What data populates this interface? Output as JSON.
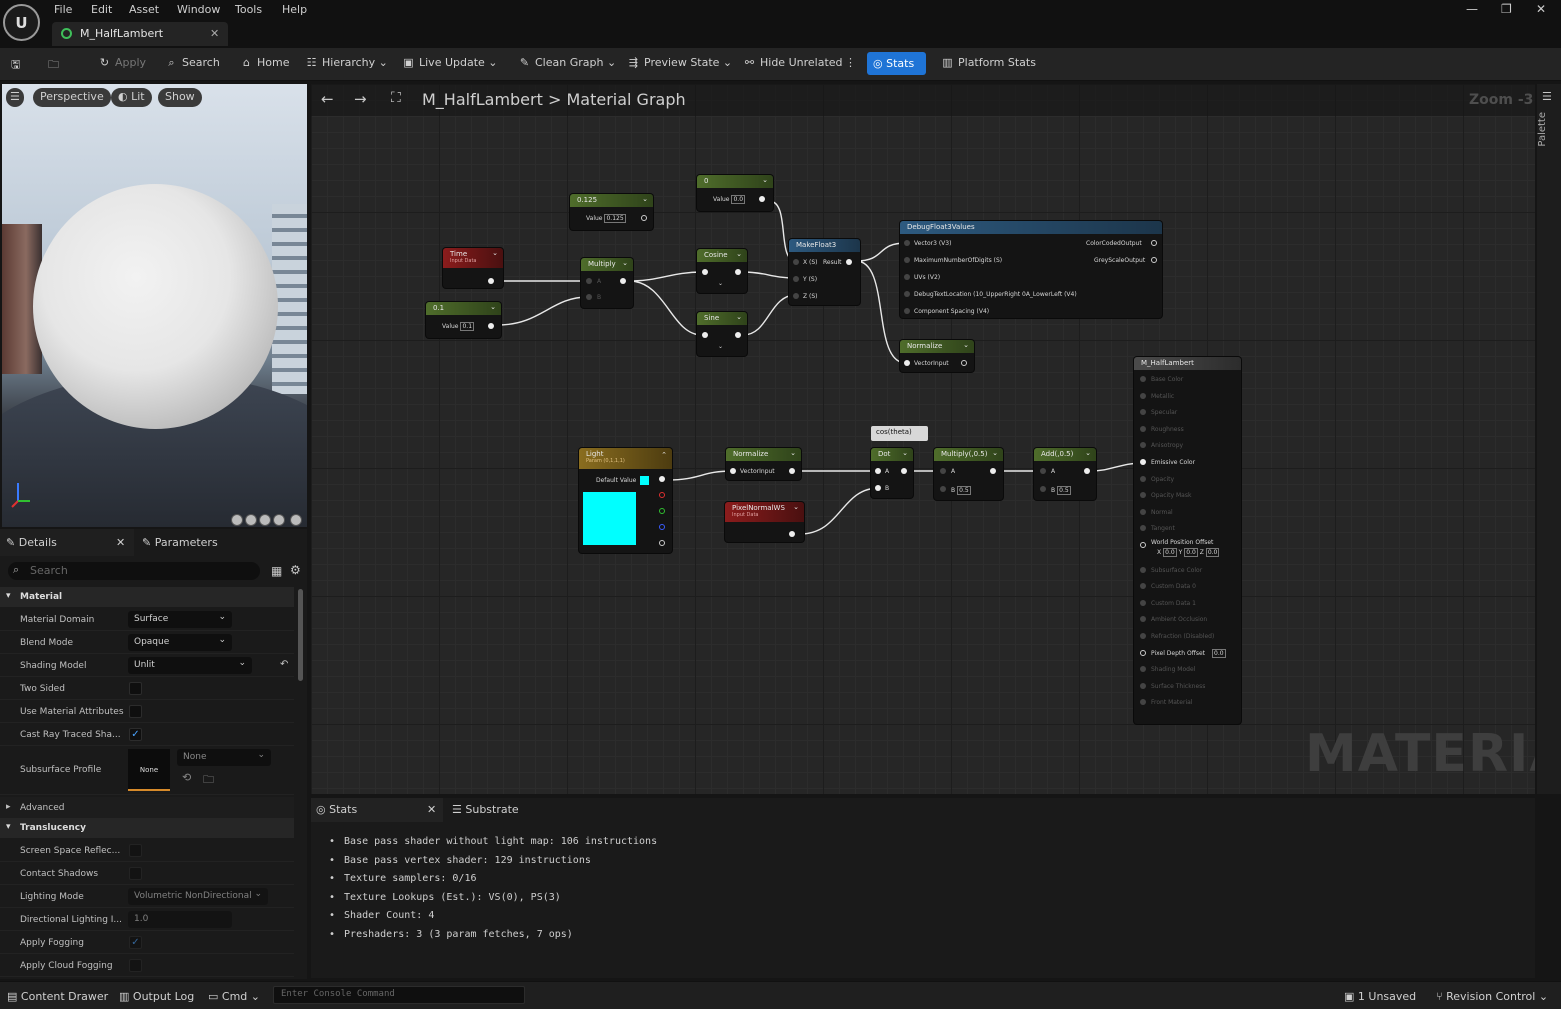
{
  "menu": [
    "File",
    "Edit",
    "Asset",
    "Window",
    "Tools",
    "Help"
  ],
  "doc_tab": "M_HalfLambert",
  "window_controls": {
    "minimize": "—",
    "restore": "❐",
    "close": "✕"
  },
  "toolbar": {
    "apply": "Apply",
    "search": "Search",
    "home": "Home",
    "hierarchy": "Hierarchy",
    "live_update": "Live Update",
    "clean_graph": "Clean Graph",
    "preview_state": "Preview State",
    "hide_unrelated": "Hide Unrelated",
    "stats": "Stats",
    "platform_stats": "Platform Stats"
  },
  "viewport": {
    "perspective": "Perspective",
    "lit": "Lit",
    "show": "Show"
  },
  "details": {
    "tab_details": "Details",
    "tab_parameters": "Parameters",
    "search_placeholder": "Search",
    "material_section": "Material",
    "material_domain_label": "Material Domain",
    "material_domain": "Surface",
    "blend_mode_label": "Blend Mode",
    "blend_mode": "Opaque",
    "shading_model_label": "Shading Model",
    "shading_model": "Unlit",
    "two_sided_label": "Two Sided",
    "use_material_attributes_label": "Use Material Attributes",
    "cast_ray_traced_label": "Cast Ray Traced Sha...",
    "subsurface_profile_label": "Subsurface Profile",
    "subsurface_thumb": "None",
    "subsurface_value": "None",
    "advanced_section": "Advanced",
    "translucency_section": "Translucency",
    "ssr_label": "Screen Space Reflec...",
    "contact_shadows_label": "Contact Shadows",
    "lighting_mode_label": "Lighting Mode",
    "lighting_mode": "Volumetric NonDirectional",
    "directional_lighting_label": "Directional Lighting I...",
    "directional_lighting": "1.0",
    "apply_fogging_label": "Apply Fogging",
    "apply_cloud_fogging_label": "Apply Cloud Fogging"
  },
  "graph": {
    "breadcrumb_root": "M_HalfLambert",
    "breadcrumb_sep": ">",
    "breadcrumb_leaf": "Material Graph",
    "zoom": "Zoom -3",
    "watermark": "MATERIAL",
    "palette": "Palette",
    "nodes": {
      "const0125": {
        "title": "0.125",
        "value_label": "Value",
        "value": "0.125"
      },
      "const0": {
        "title": "0",
        "value_label": "Value",
        "value": "0.0"
      },
      "time": {
        "title": "Time",
        "sub": "Input Data"
      },
      "const01": {
        "title": "0.1",
        "value_label": "Value",
        "value": "0.1"
      },
      "multiply": {
        "title": "Multiply",
        "a": "A",
        "b": "B"
      },
      "cosine": {
        "title": "Cosine"
      },
      "sine": {
        "title": "Sine"
      },
      "makefloat3": {
        "title": "MakeFloat3",
        "x": "X (S)",
        "y": "Y (S)",
        "z": "Z (S)",
        "result": "Result"
      },
      "debug": {
        "title": "DebugFloat3Values",
        "in1": "Vector3 (V3)",
        "in2": "MaximumNumberOfDigits (S)",
        "in3": "UVs (V2)",
        "in4": "DebugTextLocation (10_UpperRight 0A_LowerLeft (V4)",
        "in5": "Component Spacing (V4)",
        "out1": "ColorCodedOutput",
        "out2": "GreyScaleOutput"
      },
      "normalize1": {
        "title": "Normalize",
        "in": "VectorInput"
      },
      "light": {
        "title": "Light",
        "sub": "Param (0,1,1,1)",
        "default_label": "Default Value",
        "color": "#00ffff"
      },
      "normalize2": {
        "title": "Normalize",
        "in": "VectorInput"
      },
      "pixelnormal": {
        "title": "PixelNormalWS",
        "sub": "Input Data"
      },
      "comment": {
        "text": "cos(theta)"
      },
      "dot": {
        "title": "Dot",
        "a": "A",
        "b": "B"
      },
      "mult05": {
        "title": "Multiply(,0.5)",
        "a": "A",
        "b_label": "B",
        "b": "0.5"
      },
      "add05": {
        "title": "Add(,0.5)",
        "a": "A",
        "b_label": "B",
        "b": "0.5"
      },
      "result": {
        "title": "M_HalfLambert",
        "pins": [
          "Base Color",
          "Metallic",
          "Specular",
          "Roughness",
          "Anisotropy",
          "Emissive Color",
          "Opacity",
          "Opacity Mask",
          "Normal",
          "Tangent",
          "World Position Offset",
          "Subsurface Color",
          "Custom Data 0",
          "Custom Data 1",
          "Ambient Occlusion",
          "Refraction (Disabled)",
          "Pixel Depth Offset",
          "Shading Model",
          "Surface Thickness",
          "Front Material"
        ],
        "wpo_x": "0.0",
        "wpo_y": "0.0",
        "wpo_z": "0.0",
        "pdo": "0.0"
      }
    }
  },
  "stats": {
    "tab_stats": "Stats",
    "tab_substrate": "Substrate",
    "lines": [
      "Base pass shader without light map: 106 instructions",
      "Base pass vertex shader: 129 instructions",
      "Texture samplers: 0/16",
      "Texture Lookups (Est.): VS(0), PS(3)",
      "Shader Count: 4",
      "Preshaders: 3  (3 param fetches, 7 ops)"
    ]
  },
  "bottom": {
    "content_drawer": "Content Drawer",
    "output_log": "Output Log",
    "cmd": "Cmd",
    "console_placeholder": "Enter Console Command",
    "unsaved": "1 Unsaved",
    "revision_control": "Revision Control"
  }
}
